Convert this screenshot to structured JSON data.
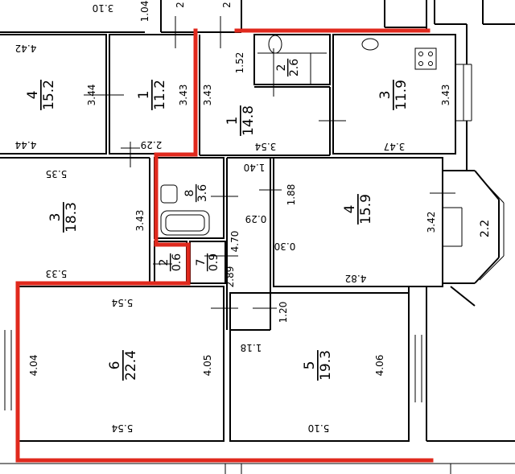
{
  "rooms": [
    {
      "id": "r4a",
      "num": "4",
      "area": "15.2"
    },
    {
      "id": "r1a",
      "num": "1",
      "area": "11.2"
    },
    {
      "id": "r1b",
      "num": "1",
      "area": "14.8"
    },
    {
      "id": "r2a",
      "num": "2",
      "area": "2.6"
    },
    {
      "id": "r3a",
      "num": "3",
      "area": "11.9"
    },
    {
      "id": "r3b",
      "num": "3",
      "area": "18.3"
    },
    {
      "id": "r8",
      "num": "8",
      "area": "3.6"
    },
    {
      "id": "r4b",
      "num": "4",
      "area": "15.9"
    },
    {
      "id": "r2b",
      "num": "2",
      "area": "0.6"
    },
    {
      "id": "r7",
      "num": "7",
      "area": "0.9"
    },
    {
      "id": "r6",
      "num": "6",
      "area": "22.4"
    },
    {
      "id": "r5",
      "num": "5",
      "area": "19.3"
    },
    {
      "id": "rbalc",
      "num": "",
      "area": "2.2"
    }
  ],
  "dimensions": {
    "d_3_10": "3.10",
    "d_1_04": "1.04",
    "d_top_2a": "2",
    "d_top_2b": "2",
    "d_4_42": "4.42",
    "d_3_44": "3.44",
    "d_4_44": "4.44",
    "d_3_43a": "3.43",
    "d_2_29": "2.29",
    "d_3_43b": "3.43",
    "d_1_52": "1.52",
    "d_3_54": "3.54",
    "d_3_43c": "3.43",
    "d_3_47": "3.47",
    "d_5_35": "5.35",
    "d_3_43d": "3.43",
    "d_5_33": "5.33",
    "d_1_40": "1.40",
    "d_1_88": "1.88",
    "d_0_29": "0.29",
    "d_4_70": "4.70",
    "d_0_30": "0.30",
    "d_3_42": "3.42",
    "d_4_82": "4.82",
    "d_2_89": "2.89",
    "d_5_54a": "5.54",
    "d_4_04": "4.04",
    "d_4_05": "4.05",
    "d_5_54b": "5.54",
    "d_1_20": "1.20",
    "d_1_18": "1.18",
    "d_4_06": "4.06",
    "d_5_10": "5.10"
  },
  "colors": {
    "walls": "#000000",
    "highlight": "#e0291d",
    "background": "#ffffff"
  }
}
